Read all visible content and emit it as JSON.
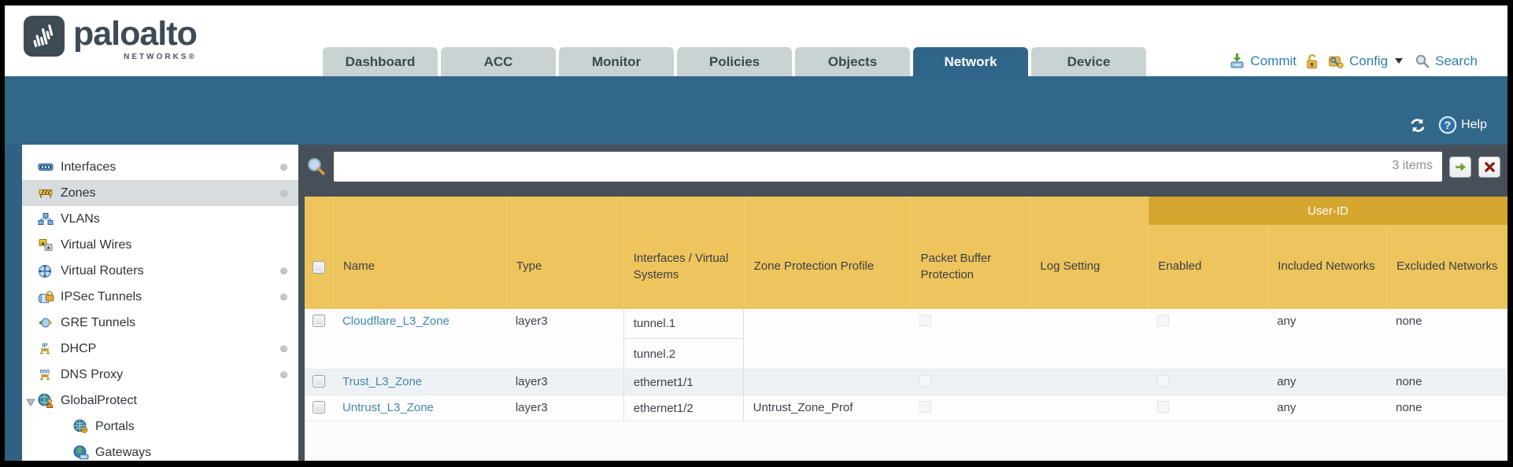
{
  "header": {
    "logo": {
      "brand": "paloalto",
      "sub": "NETWORKS®"
    },
    "tabs": [
      {
        "label": "Dashboard"
      },
      {
        "label": "ACC"
      },
      {
        "label": "Monitor"
      },
      {
        "label": "Policies"
      },
      {
        "label": "Objects"
      },
      {
        "label": "Network",
        "active": true
      },
      {
        "label": "Device"
      }
    ],
    "actions": {
      "commit_label": "Commit",
      "config_label": "Config",
      "search_label": "Search"
    }
  },
  "band": {
    "help_label": "Help"
  },
  "sidebar": {
    "items": [
      {
        "label": "Interfaces",
        "icon": "interfaces-icon",
        "dot": true
      },
      {
        "label": "Zones",
        "icon": "zones-icon",
        "dot": true,
        "selected": true
      },
      {
        "label": "VLANs",
        "icon": "vlans-icon"
      },
      {
        "label": "Virtual Wires",
        "icon": "virtual-wires-icon"
      },
      {
        "label": "Virtual Routers",
        "icon": "virtual-routers-icon",
        "dot": true
      },
      {
        "label": "IPSec Tunnels",
        "icon": "ipsec-tunnels-icon",
        "dot": true
      },
      {
        "label": "GRE Tunnels",
        "icon": "gre-tunnels-icon"
      },
      {
        "label": "DHCP",
        "icon": "dhcp-icon",
        "dot": true
      },
      {
        "label": "DNS Proxy",
        "icon": "dns-proxy-icon",
        "dot": true
      },
      {
        "label": "GlobalProtect",
        "icon": "globalprotect-icon",
        "expanded": true
      },
      {
        "label": "Portals",
        "icon": "portals-icon",
        "child": true
      },
      {
        "label": "Gateways",
        "icon": "gateways-icon",
        "child": true
      }
    ]
  },
  "filter": {
    "value": "",
    "count_label": "3 items"
  },
  "table": {
    "user_id_group_label": "User-ID",
    "columns": [
      "",
      "Name",
      "Type",
      "Interfaces / Virtual Systems",
      "Zone Protection Profile",
      "Packet Buffer Protection",
      "Log Setting",
      "Enabled",
      "Included Networks",
      "Excluded Networks"
    ],
    "rows": [
      {
        "name": "Cloudflare_L3_Zone",
        "type": "layer3",
        "interfaces": [
          "tunnel.1",
          "tunnel.2"
        ],
        "zone_protection_profile": "",
        "log_setting": "",
        "included_networks": "any",
        "excluded_networks": "none"
      },
      {
        "name": "Trust_L3_Zone",
        "type": "layer3",
        "interfaces": [
          "ethernet1/1"
        ],
        "zone_protection_profile": "",
        "log_setting": "",
        "included_networks": "any",
        "excluded_networks": "none"
      },
      {
        "name": "Untrust_L3_Zone",
        "type": "layer3",
        "interfaces": [
          "ethernet1/2"
        ],
        "zone_protection_profile": "Untrust_Zone_Prof",
        "log_setting": "",
        "included_networks": "any",
        "excluded_networks": "none"
      }
    ]
  },
  "colors": {
    "band_teal": "#316789",
    "toolbar_dark": "#474f58",
    "header_orange": "#eec45c",
    "userid_band_orange": "#d6a72e",
    "link_blue": "#4187ad",
    "action_blue": "#2e7eb5"
  }
}
